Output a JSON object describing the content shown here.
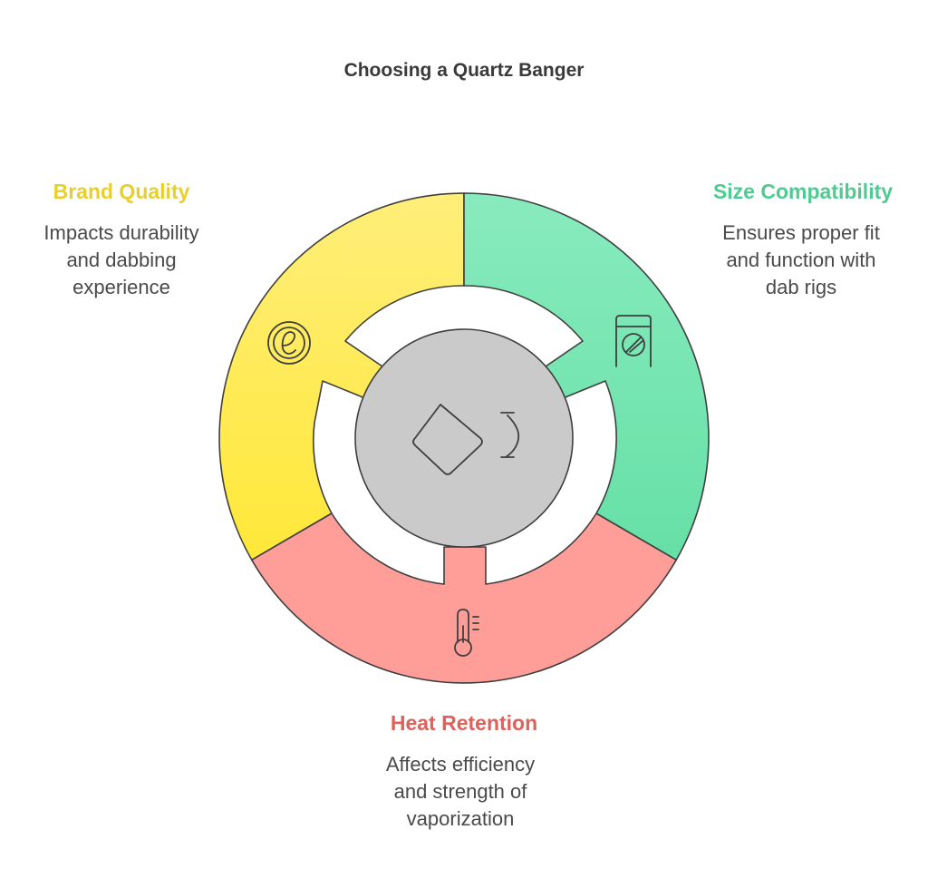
{
  "title": "Choosing a Quartz Banger",
  "colors": {
    "brand_quality": "#E8D02A",
    "size_compatibility": "#4FCB92",
    "heat_retention": "#E0605A",
    "yellow_fill": "#FFEB5C",
    "green_fill": "#7CE6B4",
    "red_fill": "#FF9E99",
    "center_fill": "#CACACA"
  },
  "segments": [
    {
      "key": "brand_quality",
      "heading": "Brand Quality",
      "lines": [
        "Impacts durability",
        "and dabbing",
        "experience"
      ],
      "icon": "brand-e-icon"
    },
    {
      "key": "size_compatibility",
      "heading": "Size Compatibility",
      "lines": [
        "Ensures proper fit",
        "and function with",
        "dab rigs"
      ],
      "icon": "size-device-icon"
    },
    {
      "key": "heat_retention",
      "heading": "Heat Retention",
      "lines": [
        "Affects efficiency",
        "and strength of",
        "vaporization"
      ],
      "icon": "thermometer-icon"
    }
  ],
  "center": {
    "icons": [
      "diamond-icon",
      "rotate-arrow-icon"
    ]
  }
}
